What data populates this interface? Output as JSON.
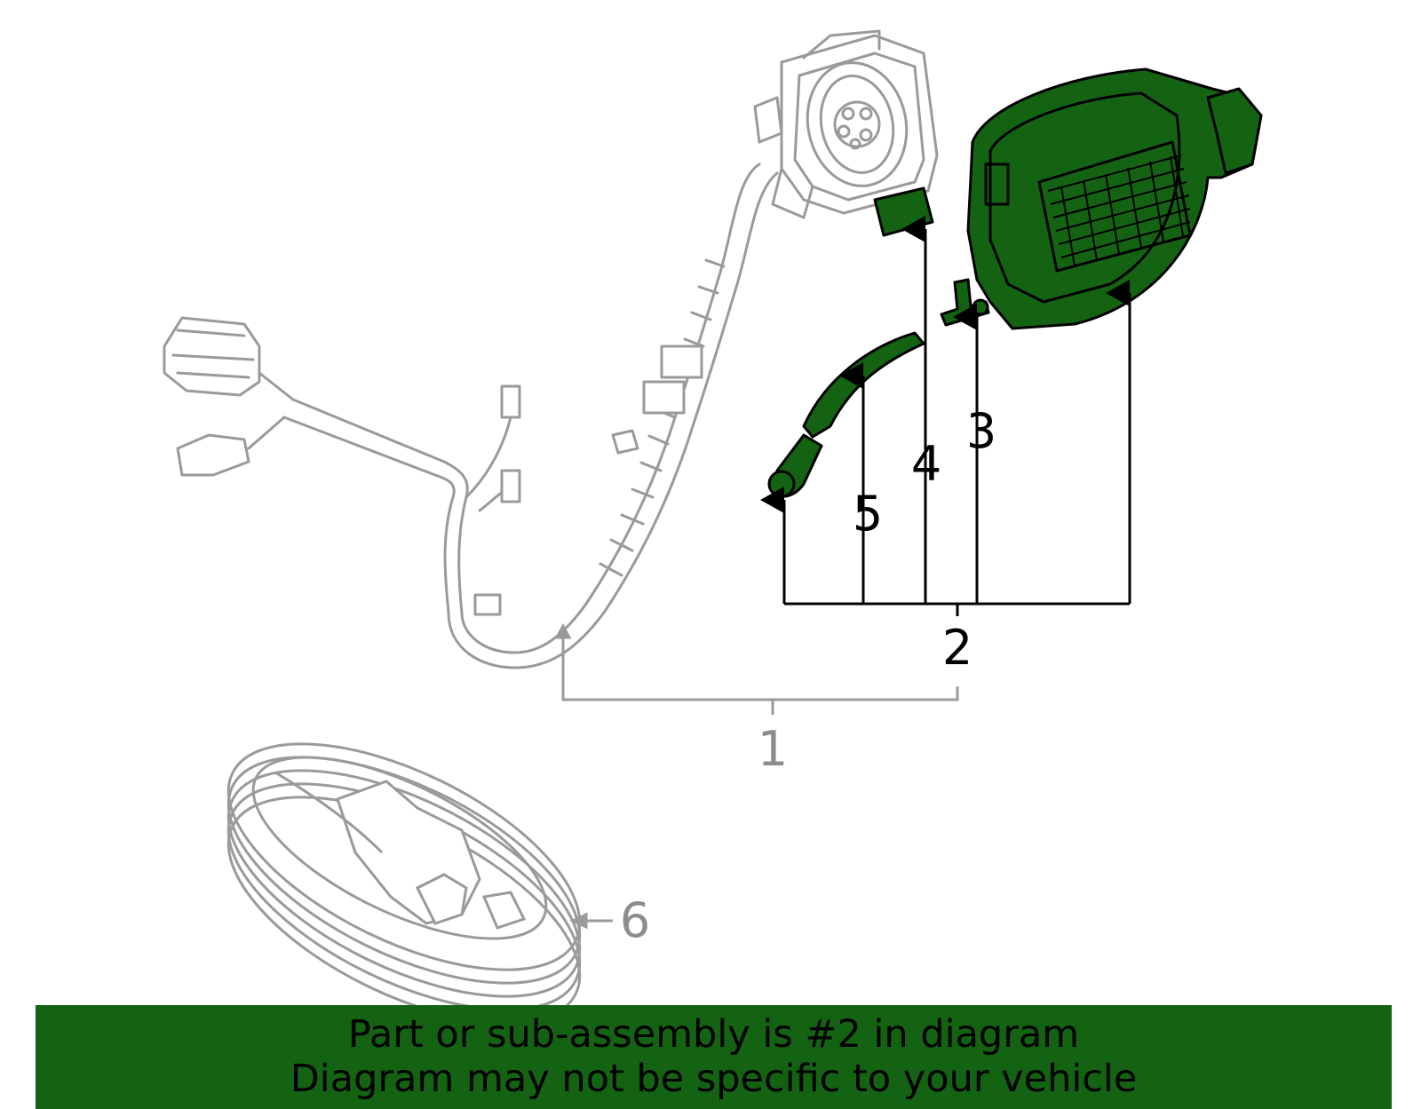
{
  "diagram": {
    "callouts": [
      {
        "id": "1",
        "label": "1",
        "highlighted": false
      },
      {
        "id": "2",
        "label": "2",
        "highlighted": true
      },
      {
        "id": "3",
        "label": "3",
        "highlighted": true
      },
      {
        "id": "4",
        "label": "4",
        "highlighted": true
      },
      {
        "id": "5",
        "label": "5",
        "highlighted": true
      },
      {
        "id": "6",
        "label": "6",
        "highlighted": false
      }
    ]
  },
  "banner": {
    "line1": "Part or sub-assembly is #2 in diagram",
    "line2": "Diagram may not be specific to your vehicle"
  },
  "colors": {
    "highlight_fill": "#136313",
    "banner_background": "#136313",
    "inactive_gray": "#8c8c8c",
    "active_black": "#000000"
  }
}
